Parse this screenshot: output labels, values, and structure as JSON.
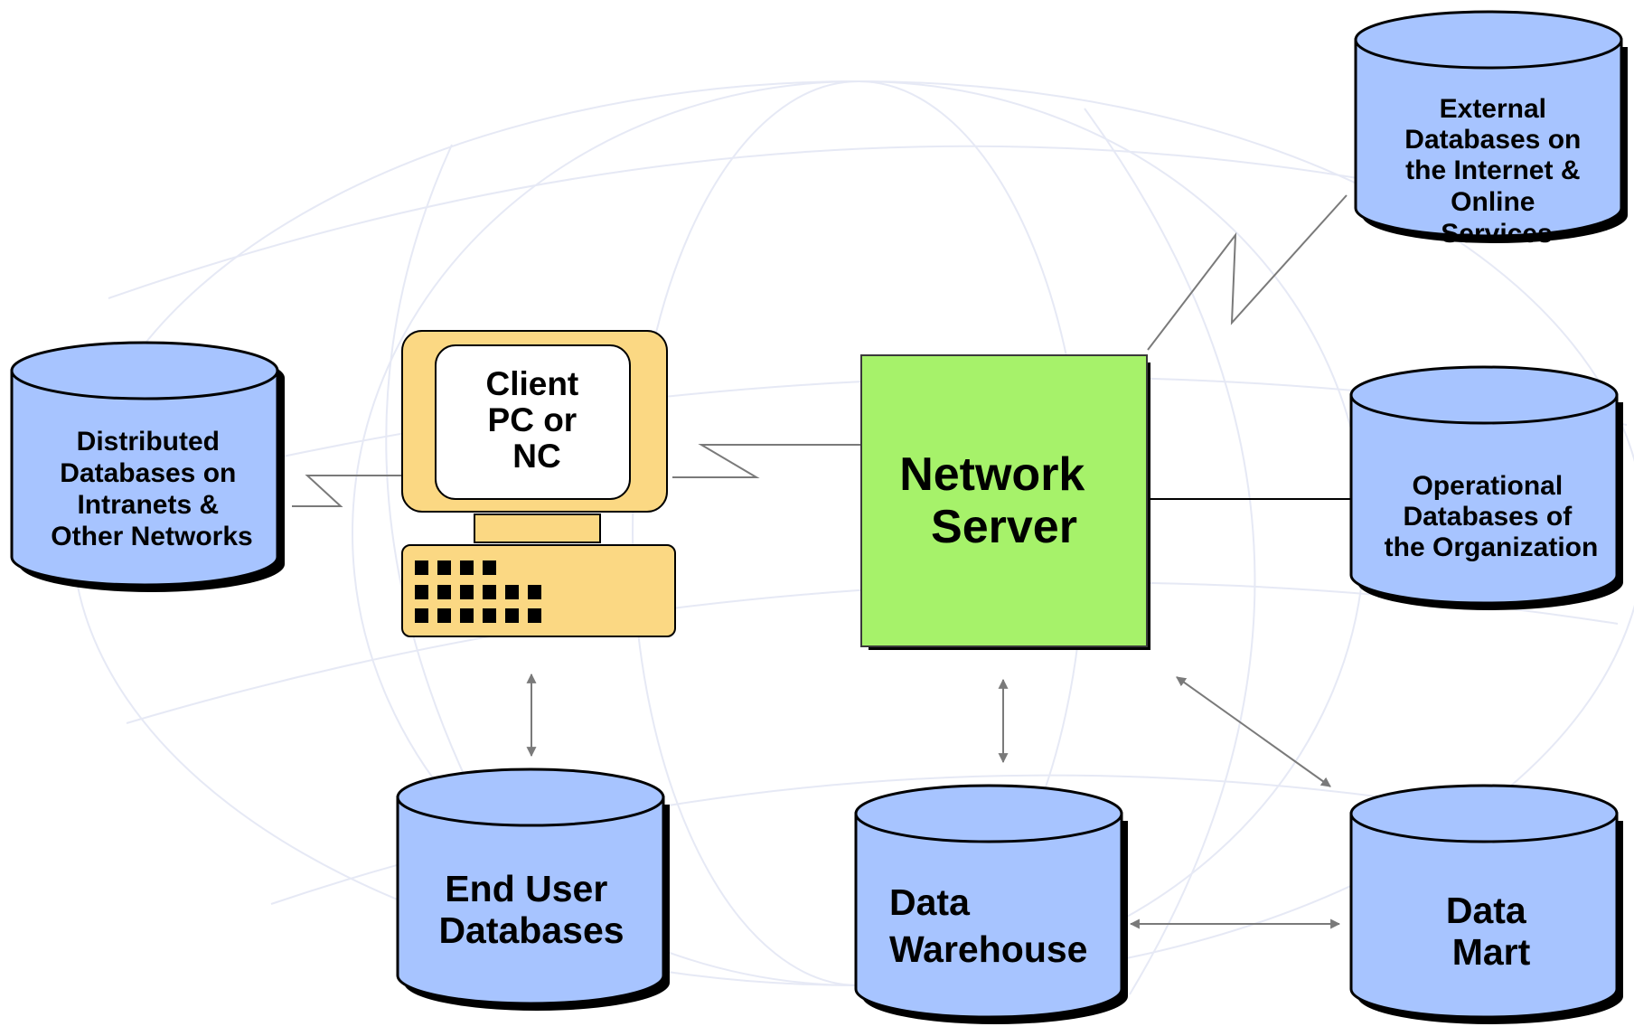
{
  "colors": {
    "database_fill": "#a7c4ff",
    "server_fill": "#a6f26a",
    "computer_fill": "#fbd883",
    "line": "#7a7a7a",
    "globe": "#e6e9f5"
  },
  "icons": {
    "client": "desktop-computer-icon",
    "server": "server-box",
    "database": "database-cylinder-icon"
  },
  "client": {
    "lines": [
      "Client",
      "PC or",
      "NC"
    ]
  },
  "server": {
    "lines": [
      "Network",
      "Server"
    ]
  },
  "databases": {
    "distributed": {
      "lines": [
        "Distributed",
        "Databases on",
        "Intranets &",
        "Other Networks"
      ]
    },
    "external": {
      "lines": [
        "External",
        "Databases on",
        "the Internet &",
        "Online",
        "Services"
      ]
    },
    "operational": {
      "lines": [
        "Operational",
        "Databases of",
        "the Organization"
      ]
    },
    "end_user": {
      "lines": [
        "End User",
        "Databases"
      ]
    },
    "warehouse": {
      "lines": [
        "Data",
        "Warehouse"
      ]
    },
    "mart": {
      "lines": [
        "Data",
        "Mart"
      ]
    }
  }
}
